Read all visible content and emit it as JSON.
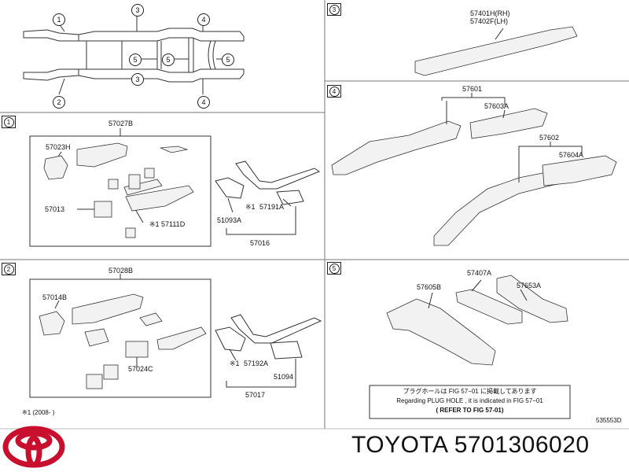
{
  "frame_callouts": [
    "1",
    "3",
    "4",
    "5",
    "5",
    "5",
    "2",
    "3",
    "4"
  ],
  "section1": {
    "num": "1",
    "group": "57027B",
    "parts": [
      "57023H",
      "57013",
      "57111D",
      "57191A",
      "51093A",
      "57016"
    ],
    "mark_111": "※1",
    "mark_191": "※1"
  },
  "section2": {
    "num": "2",
    "group": "57028B",
    "parts": [
      "57014B",
      "57024C",
      "57192A",
      "51094",
      "57017"
    ],
    "mark_192": "※1"
  },
  "section3": {
    "num": "3",
    "parts": [
      "57401H(RH)",
      "57402F(LH)"
    ]
  },
  "section4": {
    "num": "4",
    "parts": [
      "57601",
      "57603A",
      "57602",
      "57604A"
    ]
  },
  "section5": {
    "num": "5",
    "parts": [
      "57605B",
      "57407A",
      "57653A"
    ]
  },
  "footnote": "※1 (2008-      )",
  "plug_note": {
    "jp": "プラグホールは FIG 57−01 に掲載してあります",
    "en": "Regarding  PLUG  HOLE , it is indicated in FIG  57−01",
    "ref": "( REFER TO FIG 57-01)"
  },
  "diagram_code": "535553D",
  "brand_text": "TOYOTA 5701306020",
  "colors": {
    "logo": "#c8102e",
    "line": "#222222"
  }
}
